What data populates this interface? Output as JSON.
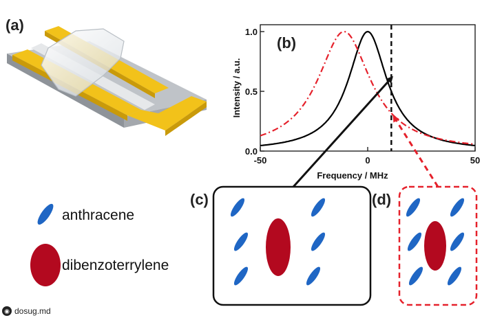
{
  "panels": {
    "a": "(a)",
    "b": "(b)",
    "c": "(c)",
    "d": "(d)"
  },
  "legend": {
    "anthracene": "anthracene",
    "dibenzoterrylene": "dibenzoterrylene"
  },
  "colors": {
    "anthracene_blue": "#1f66c4",
    "dbt_red": "#b3091f",
    "dashed_red": "#e5212b",
    "gold": "#f2c21a"
  },
  "watermark": "dosug.md",
  "chart_data": {
    "type": "line",
    "xlabel": "Frequency / MHz",
    "ylabel": "Intensity / a.u.",
    "xlim": [
      -50,
      50
    ],
    "ylim": [
      0,
      1.05
    ],
    "x_ticks": [
      "-50",
      "0",
      "50"
    ],
    "y_ticks": [
      "0.0",
      "0.5",
      "1.0"
    ],
    "marker_line_x": 11,
    "series": [
      {
        "style": "solid",
        "color": "#000000",
        "center": 0,
        "fwhm": 22,
        "x": [
          -50,
          -40,
          -30,
          -20,
          -15,
          -10,
          -5,
          0,
          5,
          10,
          15,
          20,
          30,
          40,
          50
        ],
        "y": [
          0.05,
          0.08,
          0.12,
          0.23,
          0.35,
          0.55,
          0.83,
          1.0,
          0.83,
          0.55,
          0.35,
          0.23,
          0.12,
          0.08,
          0.05
        ]
      },
      {
        "style": "dash-dot",
        "color": "#e5212b",
        "center": -11,
        "fwhm": 30,
        "x": [
          -50,
          -40,
          -30,
          -20,
          -11,
          -5,
          0,
          10,
          20,
          30,
          40,
          50
        ],
        "y": [
          0.13,
          0.21,
          0.38,
          0.74,
          1.0,
          0.86,
          0.65,
          0.33,
          0.18,
          0.11,
          0.08,
          0.06
        ]
      }
    ]
  }
}
